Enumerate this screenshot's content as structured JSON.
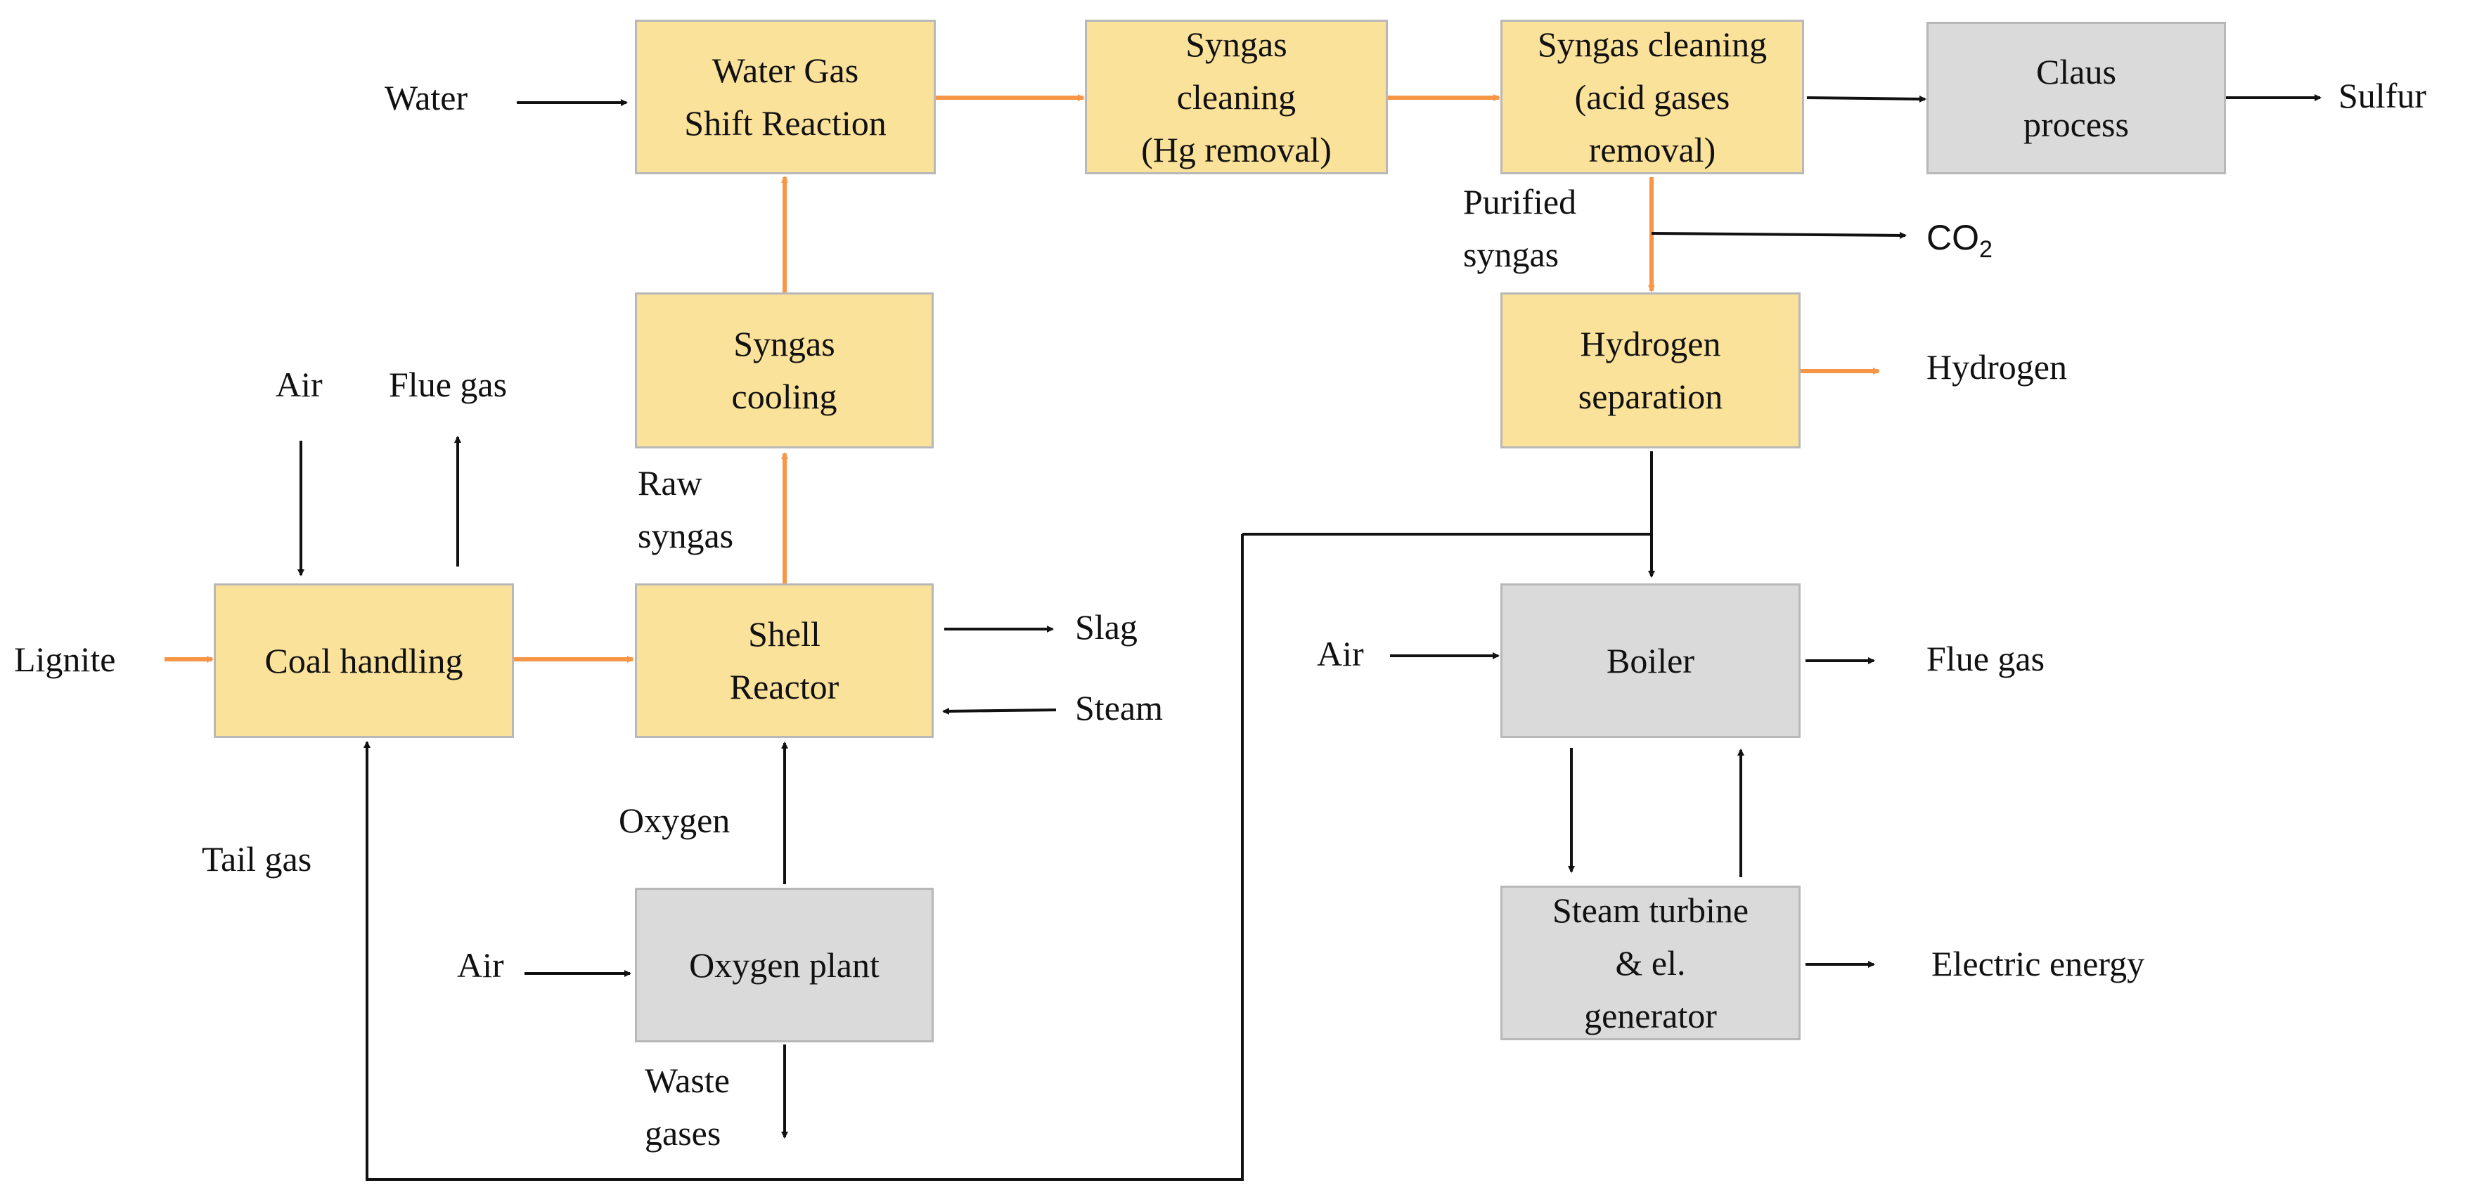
{
  "colors": {
    "yellow_box": "#fbe29a",
    "gray_box": "#dadada",
    "syngas_arrow": "#f79646",
    "arrow": "#111111"
  },
  "boxes": {
    "wgs": "Water Gas\nShift Reaction",
    "syngas_hg": "Syngas\ncleaning\n(Hg removal)",
    "syngas_acid": "Syngas cleaning\n(acid gases\nremoval)",
    "claus": "Claus\nprocess",
    "syngas_cooling": "Syngas\ncooling",
    "hydrogen_sep": "Hydrogen\nseparation",
    "coal_handling": "Coal handling",
    "shell_reactor": "Shell\nReactor",
    "boiler": "Boiler",
    "oxygen_plant": "Oxygen plant",
    "steam_turbine": "Steam turbine\n& el.\ngenerator"
  },
  "labels": {
    "water": "Water",
    "sulfur": "Sulfur",
    "purified_syngas": "Purified\nsyngas",
    "co2_main": "CO",
    "co2_sub": "2",
    "hydrogen": "Hydrogen",
    "air_coal": "Air",
    "flue_gas_coal": "Flue gas",
    "raw_syngas": "Raw\nsyngas",
    "lignite": "Lignite",
    "slag": "Slag",
    "steam": "Steam",
    "air_boiler": "Air",
    "flue_gas_boiler": "Flue gas",
    "oxygen": "Oxygen",
    "tail_gas": "Tail gas",
    "air_oxygen": "Air",
    "electric_energy": "Electric energy",
    "waste_gases": "Waste\ngases"
  }
}
